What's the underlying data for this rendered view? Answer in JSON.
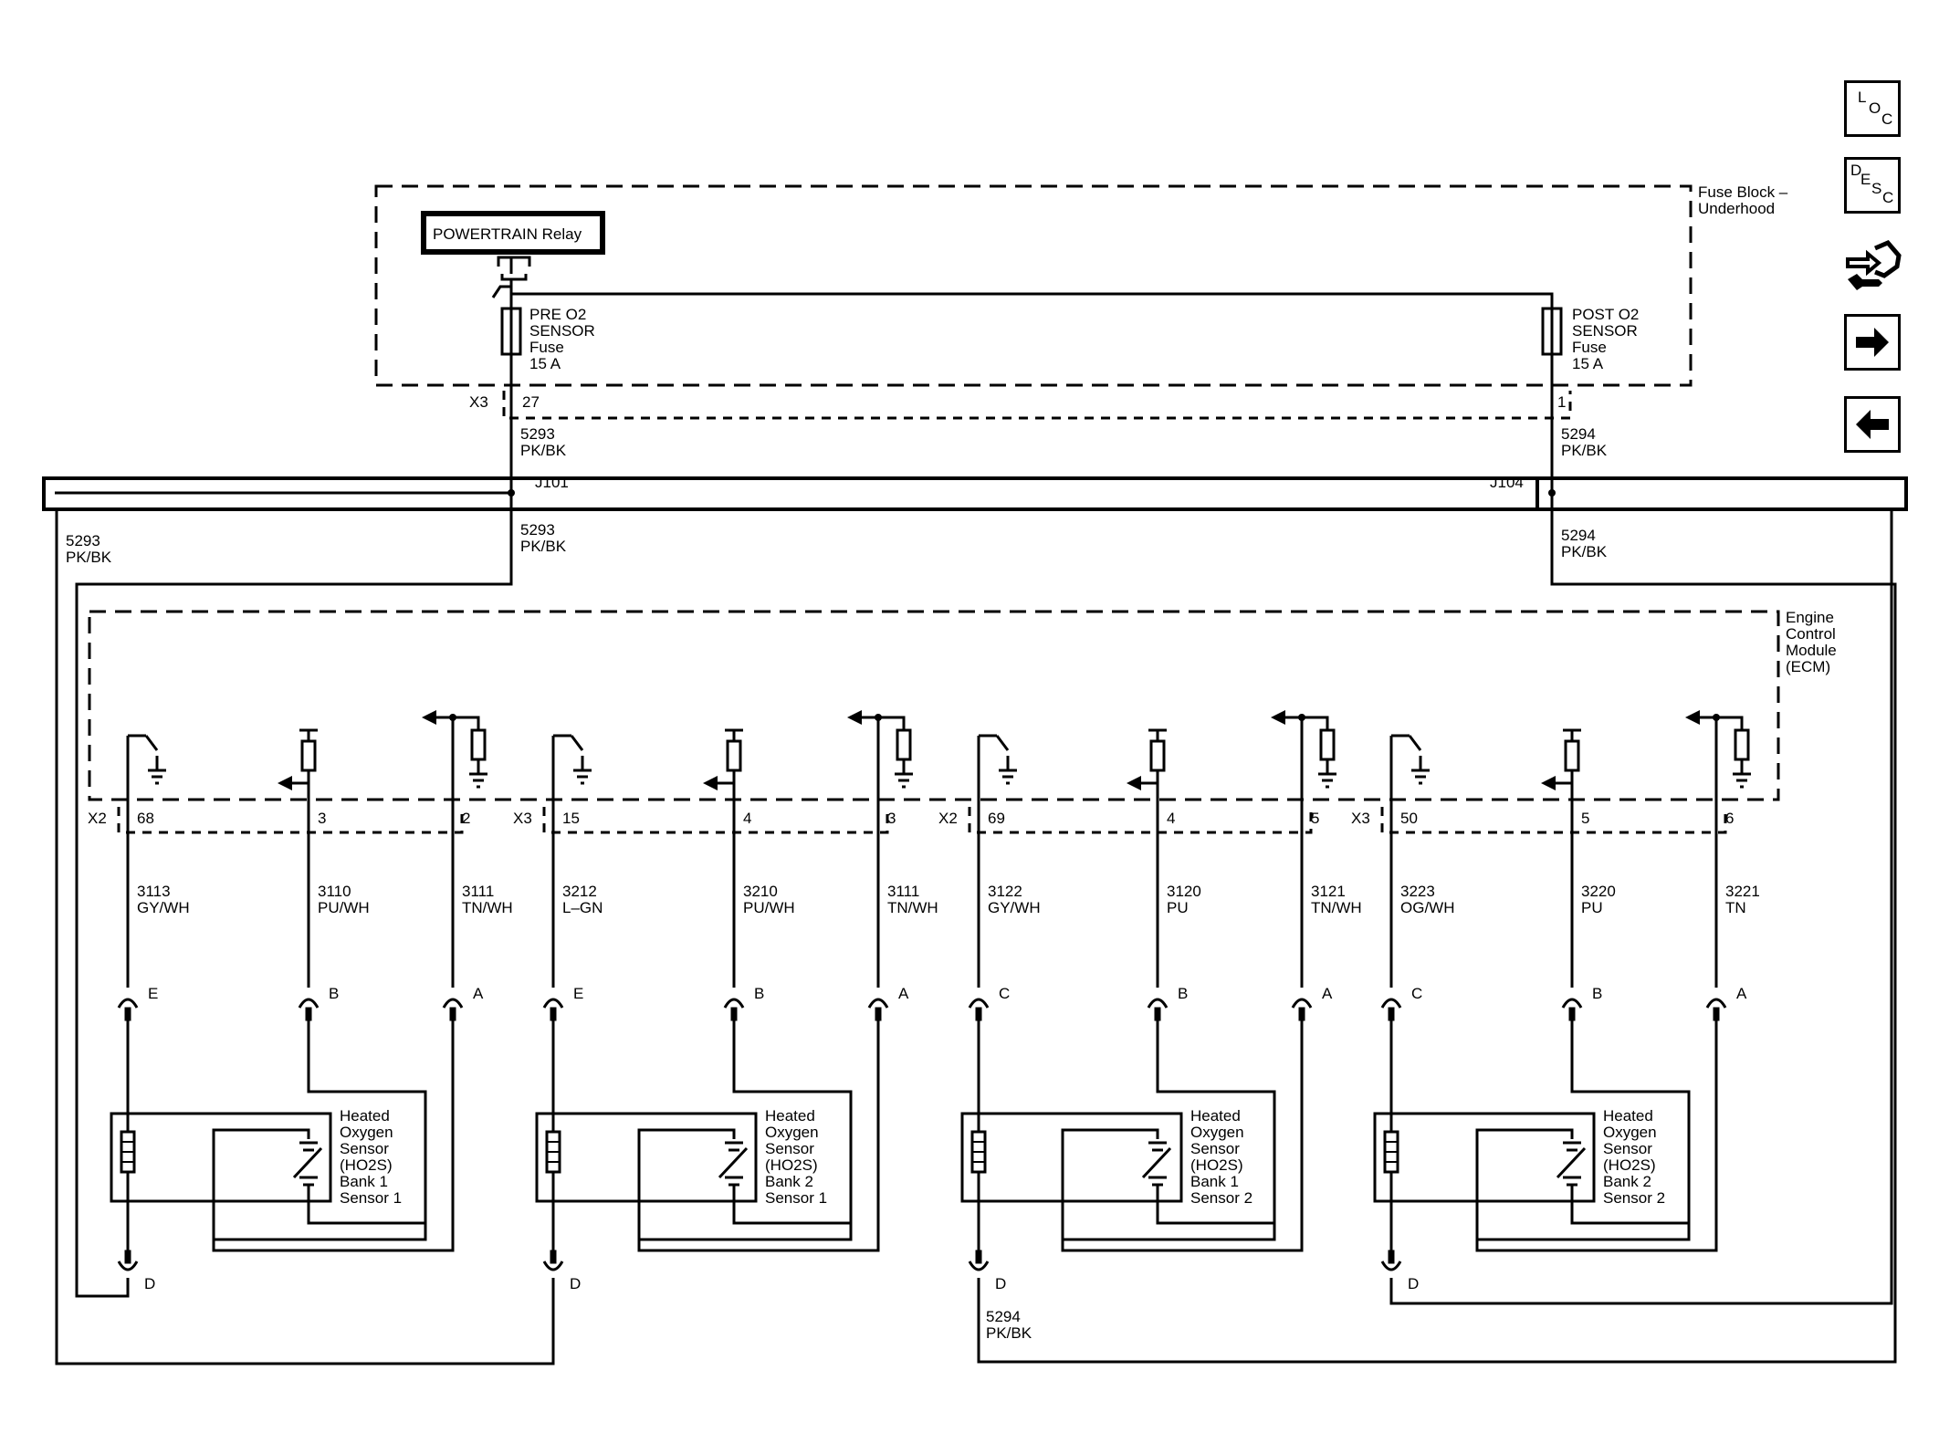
{
  "fuse_block": {
    "title": [
      "Fuse Block –",
      "Underhood"
    ],
    "relay": "POWERTRAIN Relay",
    "fuse_pre": [
      "PRE O2",
      "SENSOR",
      "Fuse",
      "15 A"
    ],
    "fuse_post": [
      "POST O2",
      "SENSOR",
      "Fuse",
      "15 A"
    ],
    "connector": "X3",
    "pin_pre": "27",
    "pin_post": "1"
  },
  "harness": {
    "splice_left": "J101",
    "splice_right": "J104",
    "wire_pre_num": "5293",
    "wire_post_num": "5294",
    "wire_color": "PK/BK"
  },
  "ecm": {
    "title": [
      "Engine",
      "Control",
      "Module",
      "(ECM)"
    ]
  },
  "sensor_groups": [
    {
      "connector": "X2",
      "sensor": [
        "Heated",
        "Oxygen",
        "Sensor",
        "(HO2S)",
        "Bank 1",
        "Sensor 1"
      ],
      "ground_label": "D",
      "pins": [
        {
          "pin": "68",
          "circuit": "3113",
          "color": "GY/WH",
          "term": "E"
        },
        {
          "pin": "3",
          "circuit": "3110",
          "color": "PU/WH",
          "term": "B"
        },
        {
          "pin": "2",
          "circuit": "3111",
          "color": "TN/WH",
          "term": "A"
        }
      ]
    },
    {
      "connector": "X3",
      "sensor": [
        "Heated",
        "Oxygen",
        "Sensor",
        "(HO2S)",
        "Bank 2",
        "Sensor 1"
      ],
      "ground_label": "D",
      "pins": [
        {
          "pin": "15",
          "circuit": "3212",
          "color": "L–GN",
          "term": "E"
        },
        {
          "pin": "4",
          "circuit": "3210",
          "color": "PU/WH",
          "term": "B"
        },
        {
          "pin": "3",
          "circuit": "3111",
          "color": "TN/WH",
          "term": "A"
        }
      ]
    },
    {
      "connector": "X2",
      "sensor": [
        "Heated",
        "Oxygen",
        "Sensor",
        "(HO2S)",
        "Bank 1",
        "Sensor 2"
      ],
      "ground_label": "D",
      "pins": [
        {
          "pin": "69",
          "circuit": "3122",
          "color": "GY/WH",
          "term": "C"
        },
        {
          "pin": "4",
          "circuit": "3120",
          "color": "PU",
          "term": "B"
        },
        {
          "pin": "5",
          "circuit": "3121",
          "color": "TN/WH",
          "term": "A"
        }
      ]
    },
    {
      "connector": "X3",
      "sensor": [
        "Heated",
        "Oxygen",
        "Sensor",
        "(HO2S)",
        "Bank 2",
        "Sensor 2"
      ],
      "ground_label": "D",
      "pins": [
        {
          "pin": "50",
          "circuit": "3223",
          "color": "OG/WH",
          "term": "C"
        },
        {
          "pin": "5",
          "circuit": "3220",
          "color": "PU",
          "term": "B"
        },
        {
          "pin": "6",
          "circuit": "3221",
          "color": "TN",
          "term": "A"
        }
      ]
    }
  ],
  "nav": {
    "loc": {
      "a": "L",
      "b": "O",
      "c": "C"
    },
    "desc": {
      "a": "D",
      "b": "E",
      "c": "S",
      "d": "C"
    },
    "icons": [
      "loc-icon",
      "desc-icon",
      "connector-tool-icon",
      "arrow-right-icon",
      "arrow-left-icon"
    ]
  }
}
